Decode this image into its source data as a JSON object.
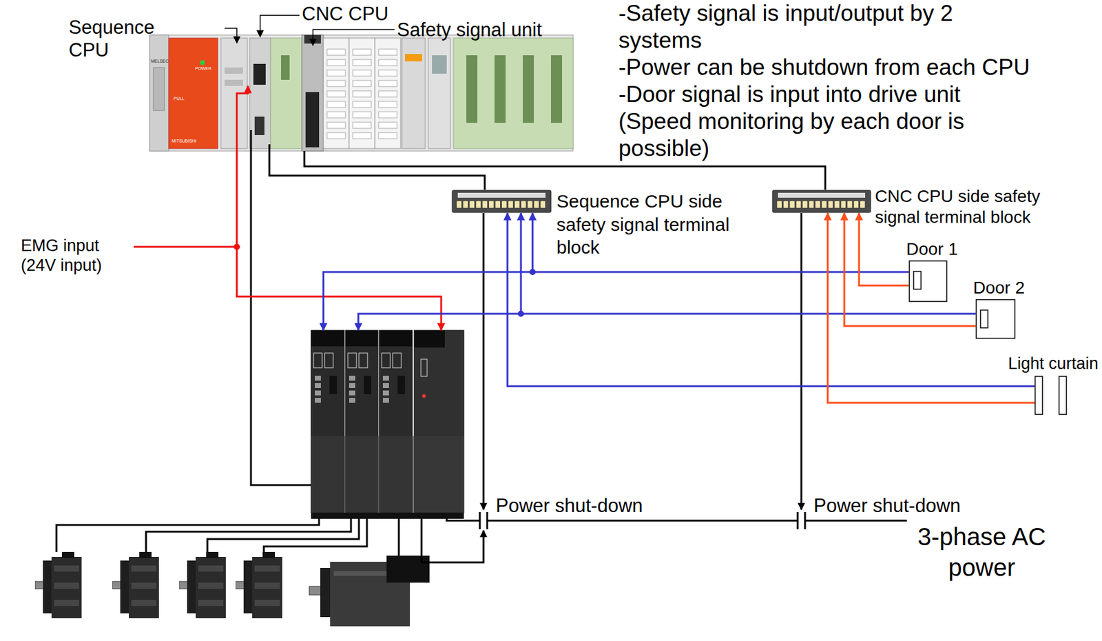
{
  "diagram": {
    "nodes": [
      {
        "text": [
          "Sequence CPU side safety signal terminal block"
        ]
      },
      {
        "text": [
          "CNC CPU side safety signal terminal block"
        ]
      },
      {
        "text": [
          "Door 1"
        ]
      },
      {
        "text": [
          "Door 2"
        ]
      },
      {
        "text": [
          "Light curtain"
        ]
      }
    ],
    "edges": [
      {
        "from": 2,
        "to": 0,
        "arrow": "to"
      },
      {
        "from": 3,
        "to": 0,
        "arrow": "to"
      },
      {
        "from": 4,
        "to": 0,
        "arrow": "to"
      },
      {
        "from": 2,
        "to": 1,
        "arrow": "to"
      },
      {
        "from": 3,
        "to": 1,
        "arrow": "to"
      },
      {
        "from": 4,
        "to": 1,
        "arrow": "to"
      }
    ],
    "labels": [
      "Sequence CPU",
      "CNC CPU",
      "Safety signal unit",
      "-Safety signal is input/output by 2 systems",
      "-Power can be shutdown from each CPU",
      "-Door signal is input into drive unit (Speed monitoring by each door is possible)",
      "EMG input (24V input)",
      "Power shut-down",
      "Power shut-down",
      "3-phase AC power",
      "MELSEC",
      "POWER",
      "PULL",
      "MITSUBISHI"
    ]
  }
}
